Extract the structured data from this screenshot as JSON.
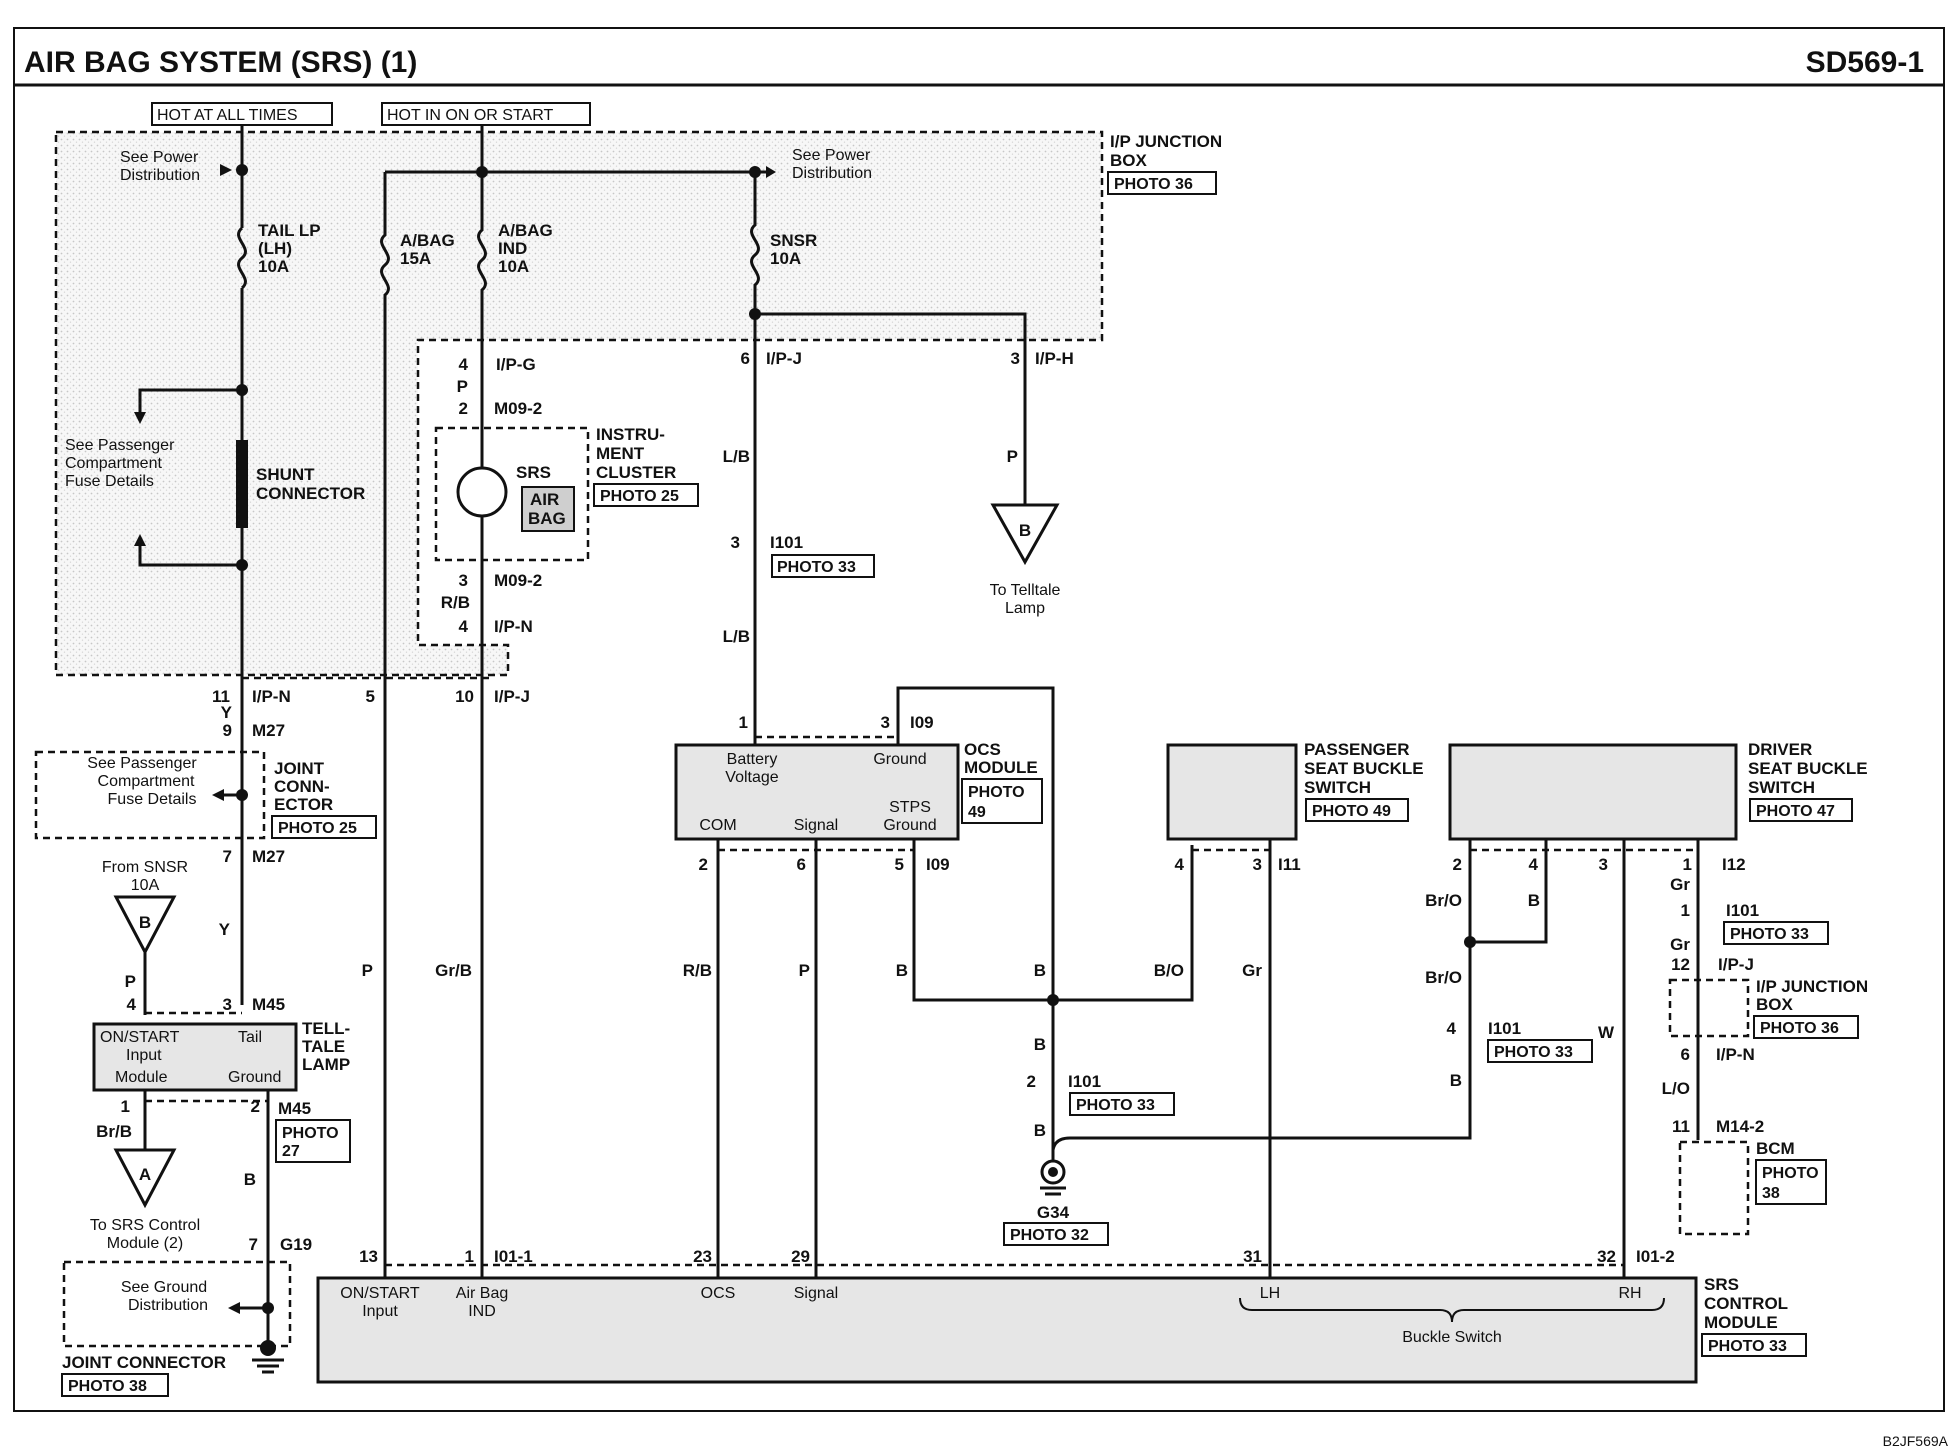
{
  "header": {
    "title": "AIR BAG SYSTEM (SRS) (1)",
    "code": "SD569-1"
  },
  "footer": {
    "ref": "B2JF569A"
  },
  "power": {
    "hot_all_times": "HOT AT ALL TIMES",
    "hot_on_start": "HOT IN ON OR START"
  },
  "jbox": {
    "line1": "I/P JUNCTION",
    "line2": "BOX",
    "photo": "PHOTO 36"
  },
  "see_power_left": [
    "See Power",
    "Distribution"
  ],
  "see_power_right": [
    "See Power",
    "Distribution"
  ],
  "fuses": {
    "tail": [
      "TAIL LP",
      "(LH)",
      "10A"
    ],
    "abag": [
      "A/BAG",
      "15A"
    ],
    "abag_ind": [
      "A/BAG",
      "IND",
      "10A"
    ],
    "snsr": [
      "SNSR",
      "10A"
    ]
  },
  "shunt": {
    "see": [
      "See Passenger",
      "Compartment",
      "Fuse Details"
    ],
    "label": [
      "SHUNT",
      "CONNECTOR"
    ]
  },
  "cluster": {
    "srs": "SRS",
    "airbag": [
      "AIR",
      "BAG"
    ],
    "label": [
      "INSTRU-",
      "MENT",
      "CLUSTER"
    ],
    "photo": "PHOTO 25"
  },
  "conn": {
    "ipg": "I/P-G",
    "pin_ipg": "4",
    "m092a": "M09-2",
    "pin_m092a": "2",
    "m092b": "M09-2",
    "pin_m092b": "3",
    "ipn_a": "I/P-N",
    "pin_ipn_a": "4",
    "ipj_top": "I/P-J",
    "pin_ipj_top": "6",
    "iph": "I/P-H",
    "pin_iph": "3",
    "i01a": "I101",
    "pin_i01a": "3",
    "photo_i01a": "PHOTO 33",
    "ipn_b": "I/P-N",
    "pin_ipn_b": "11",
    "pin_5": "5",
    "ipj_b": "I/P-J",
    "pin_ipj_b": "10",
    "m27a": "M27",
    "pin_m27a": "9",
    "m27b": "M27",
    "pin_m27b": "7",
    "m45a": "M45",
    "pin_m45a_4": "4",
    "pin_m45a_3": "3",
    "m45b": "M45",
    "pin_m45b_1": "1",
    "pin_m45b_2": "2",
    "photo_m45": [
      "PHOTO",
      "27"
    ],
    "g19": "G19",
    "pin_g19": "7",
    "i09a": "I09",
    "pin_i09a_1": "1",
    "pin_i09a_3": "3",
    "i09b": "I09",
    "pin_i09b_2": "2",
    "pin_i09b_6": "6",
    "pin_i09b_5": "5",
    "i11": "I11",
    "pin_i11_4": "4",
    "pin_i11_3": "3",
    "i12": "I12",
    "pin_i12_2": "2",
    "pin_i12_4": "4",
    "pin_i12_3": "3",
    "pin_i12_1": "1",
    "i01b": "I101",
    "pin_i01b": "1",
    "photo_i01b": "PHOTO 33",
    "ipj_c": "I/P-J",
    "pin_ipj_c": "12",
    "ipn_c": "I/P-N",
    "pin_ipn_c": "6",
    "m142": "M14-2",
    "pin_m142": "11",
    "i01c": "I101",
    "pin_i01c": "4",
    "photo_i01c": "PHOTO 33",
    "i01d": "I101",
    "pin_i01d": "2",
    "photo_i01d": "PHOTO 33",
    "i011": "I01-1",
    "pin_13": "13",
    "pin_1": "1",
    "pin_23": "23",
    "pin_29": "29",
    "i012": "I01-2",
    "pin_31": "31",
    "pin_32": "32"
  },
  "wires": {
    "y1": "Y",
    "y2": "Y",
    "p1": "P",
    "rb1": "R/B",
    "lb1": "L/B",
    "lb2": "L/B",
    "p_tell": "P",
    "p_left": "P",
    "grb": "Gr/B",
    "rb2": "R/B",
    "p2": "P",
    "b1": "B",
    "b2": "B",
    "bo": "B/O",
    "gr1": "Gr",
    "bro1": "Br/O",
    "b3": "B",
    "bro2": "Br/O",
    "b4": "B",
    "w": "W",
    "gr2": "Gr",
    "gr3": "Gr",
    "lo": "L/O",
    "b5": "B",
    "b6": "B",
    "brb": "Br/B",
    "b7": "B",
    "p3": "P"
  },
  "joint1": {
    "see": [
      "See Passenger",
      "Compartment",
      "Fuse Details"
    ],
    "label": [
      "JOINT",
      "CONN-",
      "ECTOR"
    ],
    "photo": "PHOTO 25"
  },
  "from_snsr": [
    "From SNSR",
    "10A"
  ],
  "offpage": {
    "b1": "B",
    "b2": "B",
    "a": "A"
  },
  "telltale_to": [
    "To Telltale",
    "Lamp"
  ],
  "telltale": {
    "on_start": "ON/START",
    "input": "Input",
    "module": "Module",
    "tail": "Tail",
    "ground": "Ground",
    "label": [
      "TELL-",
      "TALE",
      "LAMP"
    ]
  },
  "to_srs": [
    "To SRS Control",
    "Module (2)"
  ],
  "ground_joint": {
    "see": [
      "See Ground",
      "Distribution"
    ],
    "label": "JOINT CONNECTOR",
    "photo": "PHOTO 38"
  },
  "ocs": {
    "batt": [
      "Battery",
      "Voltage"
    ],
    "ground": "Ground",
    "stps": [
      "STPS",
      "Ground"
    ],
    "com": "COM",
    "signal": "Signal",
    "label": [
      "OCS",
      "MODULE"
    ],
    "photo": [
      "PHOTO",
      "49"
    ]
  },
  "pass_seat": {
    "label": [
      "PASSENGER",
      "SEAT BUCKLE",
      "SWITCH"
    ],
    "photo": "PHOTO 49"
  },
  "drv_seat": {
    "label": [
      "DRIVER",
      "SEAT BUCKLE",
      "SWITCH"
    ],
    "photo": "PHOTO 47"
  },
  "g34": {
    "label": "G34",
    "photo": "PHOTO 32"
  },
  "jbox2": {
    "label": [
      "I/P JUNCTION",
      "BOX"
    ],
    "photo": "PHOTO 36"
  },
  "bcm": {
    "label": "BCM",
    "photo": [
      "PHOTO",
      "38"
    ]
  },
  "srs_module": {
    "on_start": [
      "ON/START",
      "Input"
    ],
    "airbag": [
      "Air Bag",
      "IND"
    ],
    "ocs": "OCS",
    "signal": "Signal",
    "lh": "LH",
    "rh": "RH",
    "buckle": "Buckle Switch",
    "label": [
      "SRS",
      "CONTROL",
      "MODULE"
    ],
    "photo": "PHOTO 33"
  }
}
